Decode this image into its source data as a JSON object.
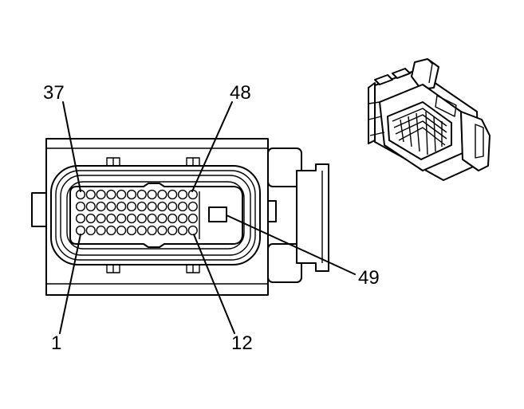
{
  "diagram": {
    "callouts": {
      "pin_37": "37",
      "pin_48": "48",
      "pin_1": "1",
      "pin_12": "12",
      "pin_49": "49"
    },
    "pin_grid": {
      "rows": 4,
      "columns": 12
    },
    "ink_color": "#000000",
    "paper_color": "#ffffff"
  }
}
